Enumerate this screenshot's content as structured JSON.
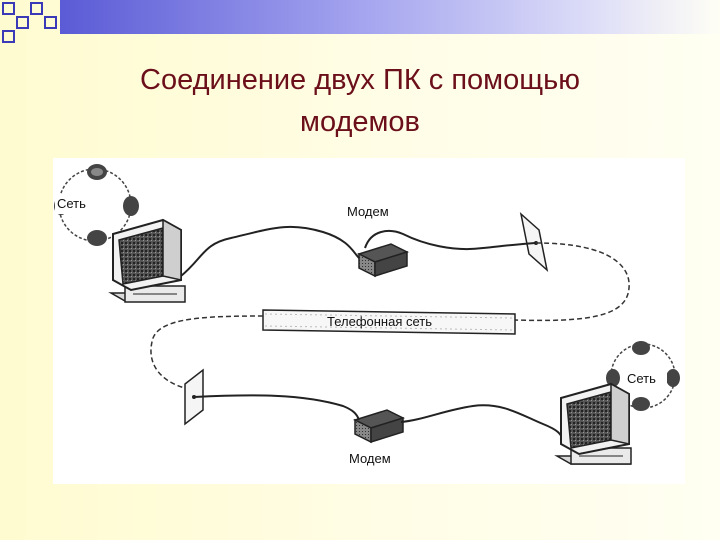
{
  "title": {
    "line1": "Соединение двух ПК с помощью",
    "line2": "модемов"
  },
  "diagram": {
    "network_top_label": "Сеть",
    "network_bottom_label": "Сеть",
    "modem_top_label": "Модем",
    "modem_bottom_label": "Модем",
    "phone_network_label": "Телефонная сеть"
  },
  "colors": {
    "title": "#6b0f1a",
    "header_bar_start": "#5b5bd6",
    "corner_squares": "#3a3ab8",
    "background": "#fffbd0"
  }
}
